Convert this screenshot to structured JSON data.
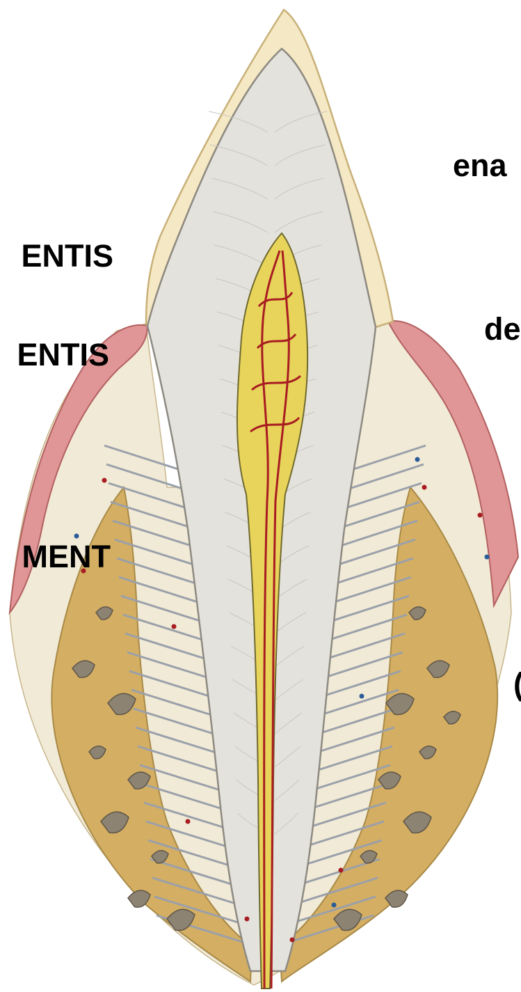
{
  "labels": {
    "left": [
      "ENTIS",
      "ENTIS",
      "MENT"
    ],
    "right": [
      "ena",
      "de",
      "("
    ]
  },
  "colors": {
    "enamel": "#f5e8c4",
    "dentin": "#e4e2dc",
    "pulp": "#e8d45a",
    "vessel": "#a81c22",
    "gingiva": "#e09696",
    "bone": "#d4ae62",
    "ligament": "#f1ead6",
    "fiber": "#9aa0aa",
    "marrow": "#8c8372"
  }
}
